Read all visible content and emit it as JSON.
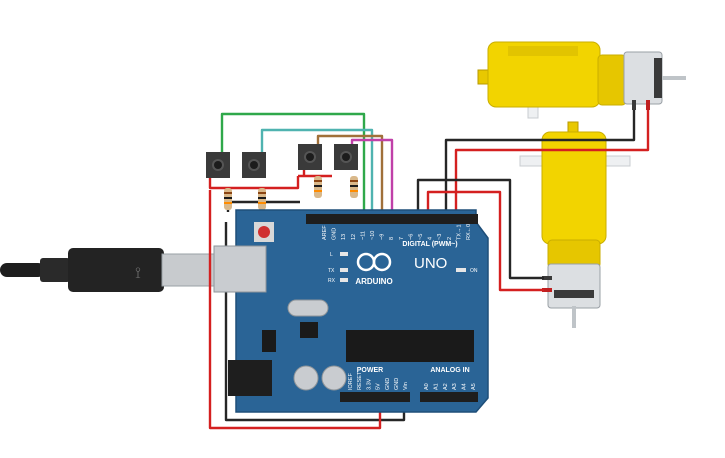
{
  "board": {
    "brand": "ARDUINO",
    "model": "UNO",
    "digital_header": "DIGITAL (PWM~)",
    "power_header": "POWER",
    "analog_header": "ANALOG IN",
    "on_label": "ON",
    "l_label": "L",
    "tx_label": "TX",
    "rx_label": "RX",
    "digital_pins": [
      "AREF",
      "GND",
      "13",
      "12",
      "~11",
      "~10",
      "~9",
      "8",
      "7",
      "~6",
      "~5",
      "4",
      "~3",
      "2",
      "TX→1",
      "RX←0"
    ],
    "power_pins": [
      "IOREF",
      "RESET",
      "3.3V",
      "5V",
      "GND",
      "GND",
      "Vin"
    ],
    "analog_pins": [
      "A0",
      "A1",
      "A2",
      "A3",
      "A4",
      "A5"
    ]
  },
  "colors": {
    "board": "#2a6496",
    "motor_yellow": "#f2d400",
    "wire_red": "#d42020",
    "wire_black": "#262626",
    "wire_green": "#2fa84a",
    "wire_teal": "#4fb3b0",
    "wire_brown": "#a0703a",
    "wire_magenta": "#c040a8"
  }
}
